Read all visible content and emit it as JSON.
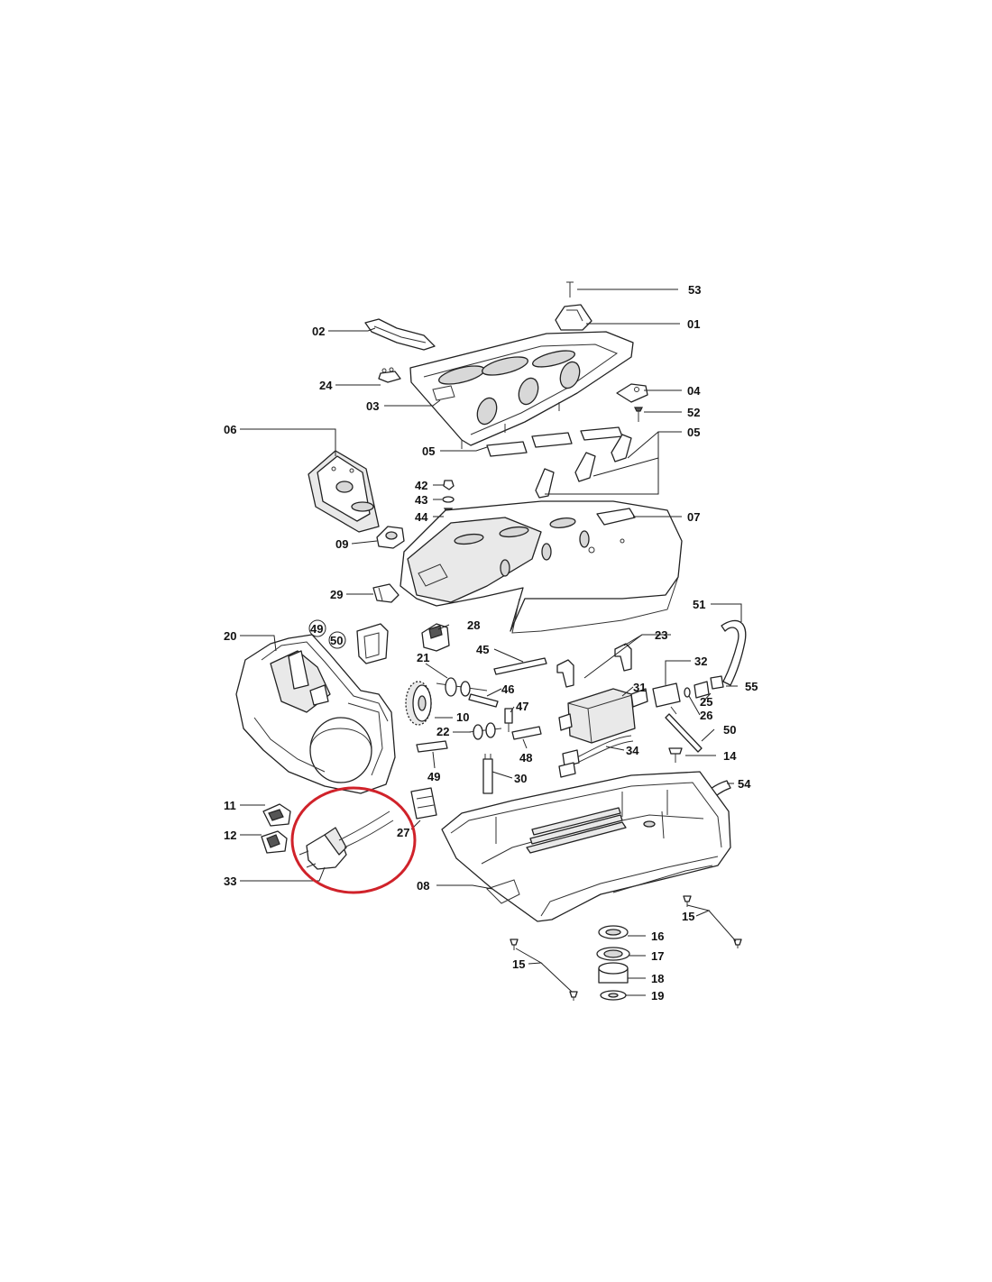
{
  "diagram": {
    "labels": [
      "53",
      "01",
      "02",
      "24",
      "03",
      "04",
      "52",
      "06",
      "05",
      "05",
      "42",
      "43",
      "44",
      "07",
      "09",
      "29",
      "51",
      "49",
      "50",
      "20",
      "28",
      "45",
      "23",
      "32",
      "21",
      "46",
      "31",
      "55",
      "25",
      "26",
      "47",
      "10",
      "22",
      "50",
      "48",
      "34",
      "14",
      "49",
      "30",
      "54",
      "11",
      "12",
      "27",
      "33",
      "08",
      "15",
      "16",
      "17",
      "18",
      "15",
      "19"
    ],
    "highlight_color": "#d0222a",
    "line_color": "#222222"
  }
}
